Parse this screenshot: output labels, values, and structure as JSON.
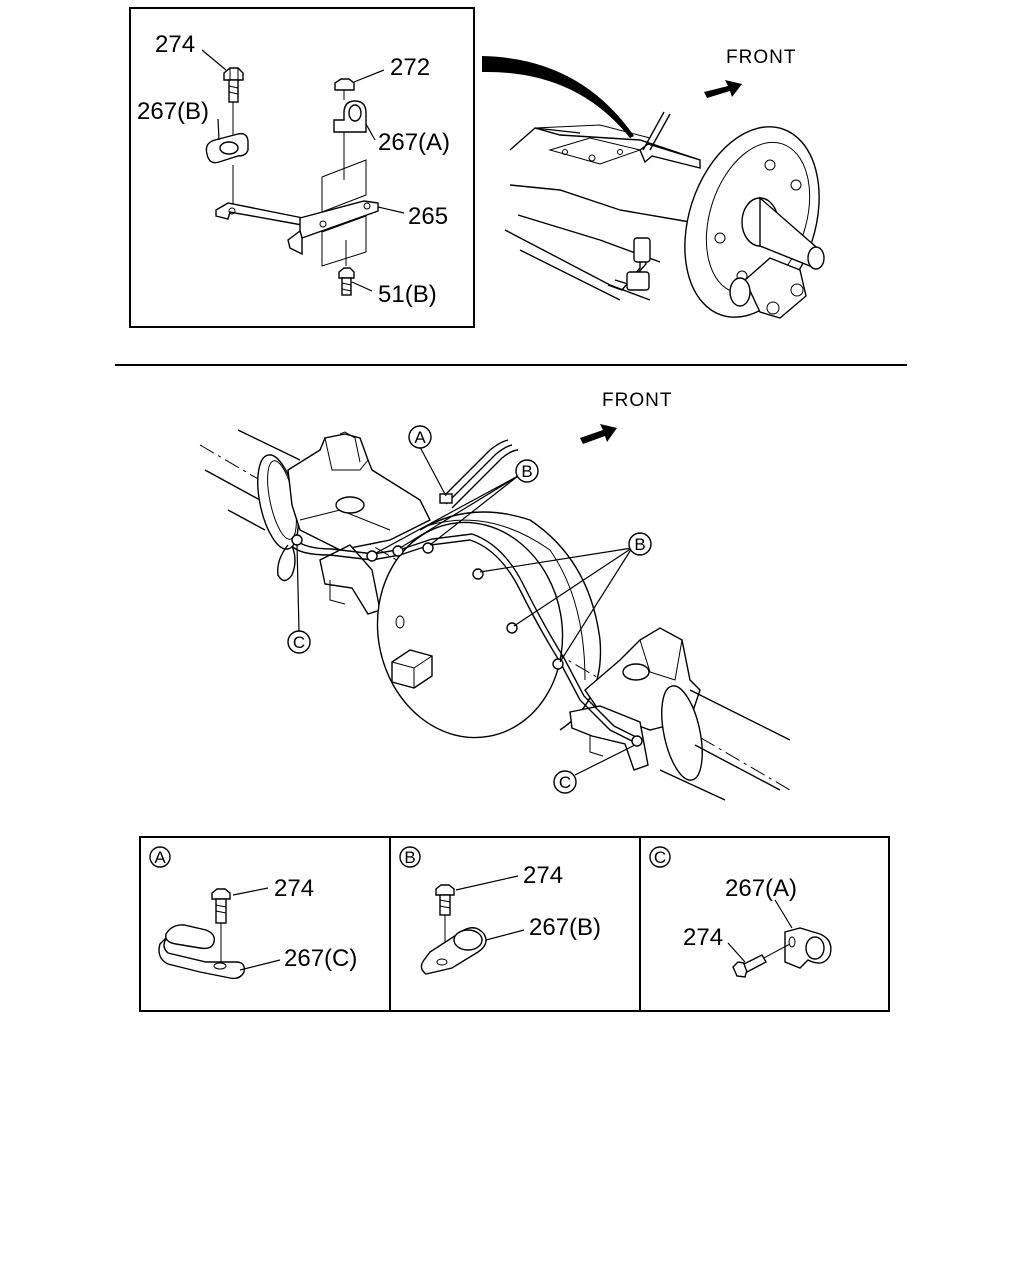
{
  "top_detail": {
    "labels": {
      "bolt": "274",
      "clip_b": "267(B)",
      "nut": "272",
      "clip_a": "267(A)",
      "bracket": "265",
      "stud": "51(B)"
    }
  },
  "top_view": {
    "front_label": "FRONT"
  },
  "main_view": {
    "front_label": "FRONT",
    "callouts": {
      "a": "A",
      "b_upper": "B",
      "b_right": "B",
      "c_left": "C",
      "c_right": "C"
    }
  },
  "details": [
    {
      "tag": "A",
      "bolt_label": "274",
      "clip_label": "267(C)"
    },
    {
      "tag": "B",
      "bolt_label": "274",
      "clip_label": "267(B)"
    },
    {
      "tag": "C",
      "bolt_label": "274",
      "clip_label": "267(A)"
    }
  ]
}
